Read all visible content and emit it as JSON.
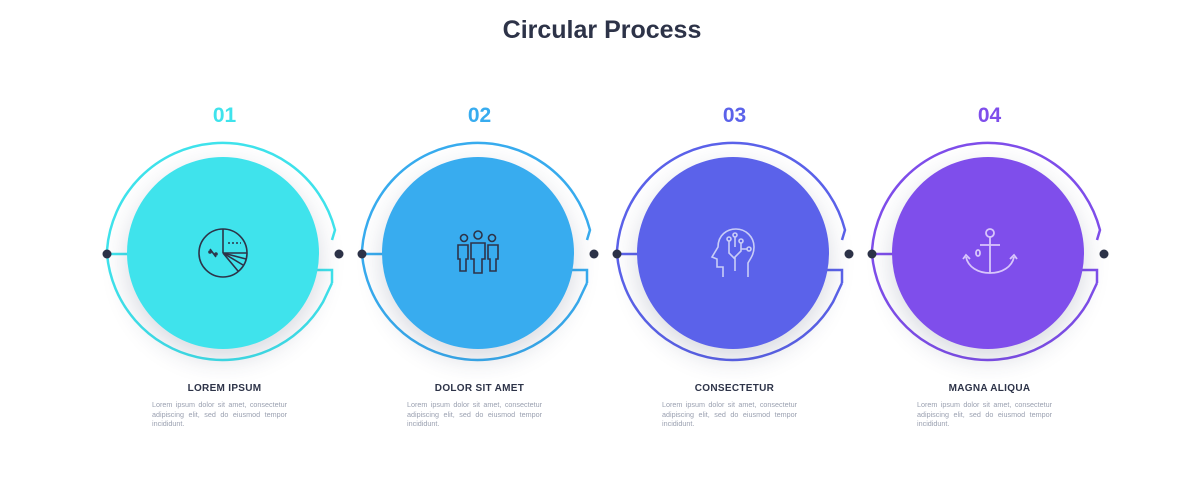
{
  "title": "Circular Process",
  "steps": [
    {
      "number": "01",
      "label": "LOREM IPSUM",
      "text": "Lorem ipsum dolor sit amet, consectetur adipiscing elit, sed do eiusmod tempor incididunt.",
      "color": "#3fe3ec",
      "icon": "pie-chart-icon"
    },
    {
      "number": "02",
      "label": "DOLOR SIT AMET",
      "text": "Lorem ipsum dolor sit amet, consectetur adipiscing elit, sed do eiusmod tempor incididunt.",
      "color": "#38acef",
      "icon": "team-icon"
    },
    {
      "number": "03",
      "label": "CONSECTETUR",
      "text": "Lorem ipsum dolor sit amet, consectetur adipiscing elit, sed do eiusmod tempor incididunt.",
      "color": "#5b62ea",
      "icon": "head-circuit-icon"
    },
    {
      "number": "04",
      "label": "MAGNA ALIQUA",
      "text": "Lorem ipsum dolor sit amet, consectetur adipiscing elit, sed do eiusmod tempor incididunt.",
      "color": "#7f4eeb",
      "icon": "anchor-icon"
    }
  ]
}
